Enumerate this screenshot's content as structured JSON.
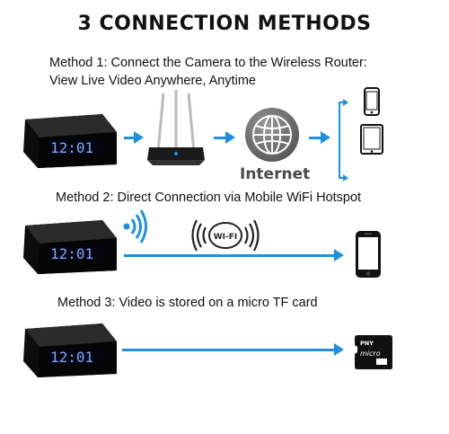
{
  "title": "3 CONNECTION METHODS",
  "method1": {
    "line1": "Method 1: Connect the Camera to the Wireless Router:",
    "line2": "View Live Video Anywhere, Anytime",
    "internet_label": "Internet"
  },
  "method2": {
    "caption": "Method 2: Direct Connection via Mobile WiFi Hotspot",
    "wifi_badge": "WI-FI"
  },
  "method3": {
    "caption": "Method 3: Video is stored on a micro TF card",
    "card_brand": "PNY",
    "card_text": "micro"
  },
  "clock_display": "12:01",
  "colors": {
    "arrow": "#1f8fe0",
    "clock_digits": "#7ea8ff",
    "globe": "#8a8a8a"
  },
  "icons": [
    "camera-clock-icon",
    "router-icon",
    "globe-icon",
    "smartphone-icon",
    "tablet-icon",
    "wifi-signal-icon",
    "wifi-badge-icon",
    "micro-sd-card-icon"
  ]
}
